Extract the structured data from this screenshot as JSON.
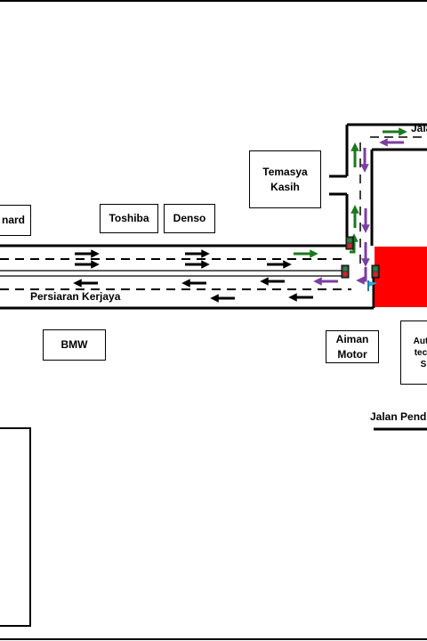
{
  "labels": {
    "jalan_top": "Jalan",
    "temasya_kasih": "Temasya Kasih",
    "nard": "nard",
    "toshiba": "Toshiba",
    "denso": "Denso",
    "persiaran_kerjaya": "Persiaran Kerjaya",
    "bmw": "BMW",
    "aiman_motor": "Aiman Motor",
    "autotech": "Auto tech S",
    "jalan_pend": "Jalan Pend"
  },
  "legend_colors": {
    "traffic_arrow": "#000000",
    "route_green": "#1a7a1a",
    "route_purple": "#7a3fa0",
    "highlight_block": "#ff0000",
    "traffic_light_red": "#e02020",
    "traffic_light_green": "#1f8a3a",
    "flag": "#29a8e0"
  },
  "icons": [
    "traffic-light-icon",
    "flag-icon",
    "arrow-icon"
  ]
}
